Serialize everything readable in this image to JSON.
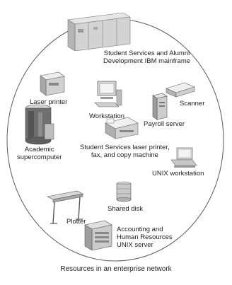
{
  "caption": "Resources in an enterprise network",
  "resources": {
    "mainframe": [
      "Student Services and Alumni",
      "Development IBM mainframe"
    ],
    "laser_printer": "Laser printer",
    "workstation": "Workstation",
    "scanner": "Scanner",
    "payroll_server": "Payroll server",
    "supercomputer": [
      "Academic",
      "supercomputer"
    ],
    "ss_printer": [
      "Student Services laser printer,",
      "fax, and copy machine"
    ],
    "unix_workstation": "UNIX workstation",
    "shared_disk": "Shared disk",
    "plotter": "Plotter",
    "accounting_server": [
      "Accounting and",
      "Human Resources",
      "UNIX server"
    ]
  },
  "icons": [
    "mainframe-icon",
    "laser-printer-icon",
    "workstation-icon",
    "scanner-icon",
    "payroll-server-icon",
    "supercomputer-icon",
    "multifunction-printer-icon",
    "unix-workstation-icon",
    "shared-disk-icon",
    "plotter-icon",
    "unix-server-icon"
  ]
}
